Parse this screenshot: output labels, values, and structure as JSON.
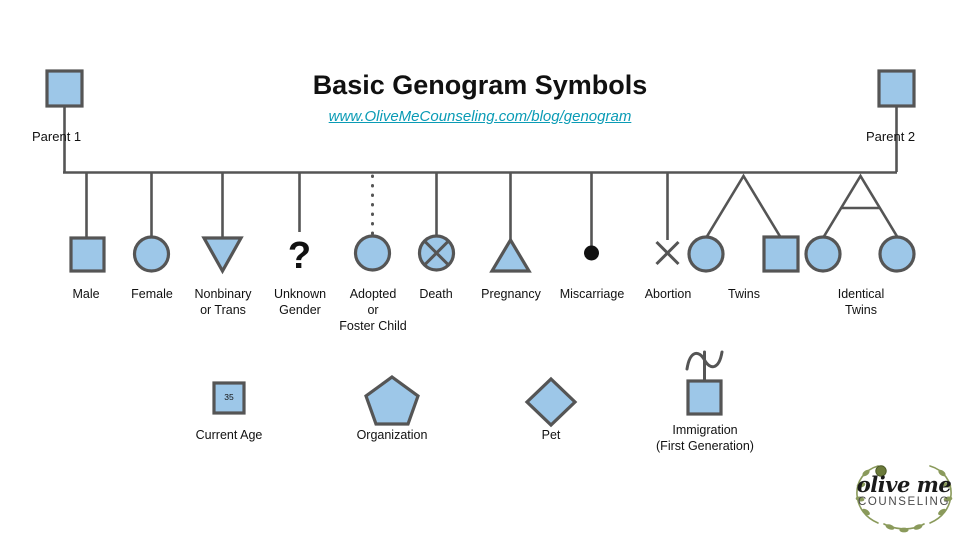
{
  "header": {
    "title": "Basic Genogram Symbols",
    "subtitle": "www.OliveMeCounseling.com/blog/genogram"
  },
  "colors": {
    "symbol_fill": "#9dc7e8",
    "symbol_stroke": "#555555",
    "link_color": "#0a9bb5",
    "text_color": "#111111",
    "background": "#ffffff",
    "logo_leaf": "#8a9a5b"
  },
  "parents": [
    {
      "label": "Parent 1",
      "shape": "square"
    },
    {
      "label": "Parent 2",
      "shape": "square"
    }
  ],
  "children": [
    {
      "label": "Male",
      "shape": "square",
      "connector": "solid"
    },
    {
      "label": "Female",
      "shape": "circle",
      "connector": "solid"
    },
    {
      "label": "Nonbinary\nor Trans",
      "shape": "triangle-down",
      "connector": "solid"
    },
    {
      "label": "Unknown\nGender",
      "shape": "question-mark",
      "connector": "solid"
    },
    {
      "label": "Adopted\nor\nFoster Child",
      "shape": "circle",
      "connector": "dotted"
    },
    {
      "label": "Death",
      "shape": "circle-x",
      "connector": "solid"
    },
    {
      "label": "Pregnancy",
      "shape": "triangle-up",
      "connector": "solid"
    },
    {
      "label": "Miscarriage",
      "shape": "filled-dot",
      "connector": "solid"
    },
    {
      "label": "Abortion",
      "shape": "x-mark",
      "connector": "solid"
    },
    {
      "label": "Twins",
      "shape": "twins-fork",
      "connector": "fork"
    },
    {
      "label": "Identical\nTwins",
      "shape": "identical-twins-fork",
      "connector": "fork-bar"
    }
  ],
  "legend": [
    {
      "label": "Current Age",
      "shape": "square-with-number",
      "value": "35"
    },
    {
      "label": "Organization",
      "shape": "pentagon"
    },
    {
      "label": "Pet",
      "shape": "diamond"
    },
    {
      "label": "Immigration\n(First Generation)",
      "shape": "square-with-wave"
    }
  ],
  "logo": {
    "name": "olive me",
    "tagline": "COUNSELING"
  }
}
